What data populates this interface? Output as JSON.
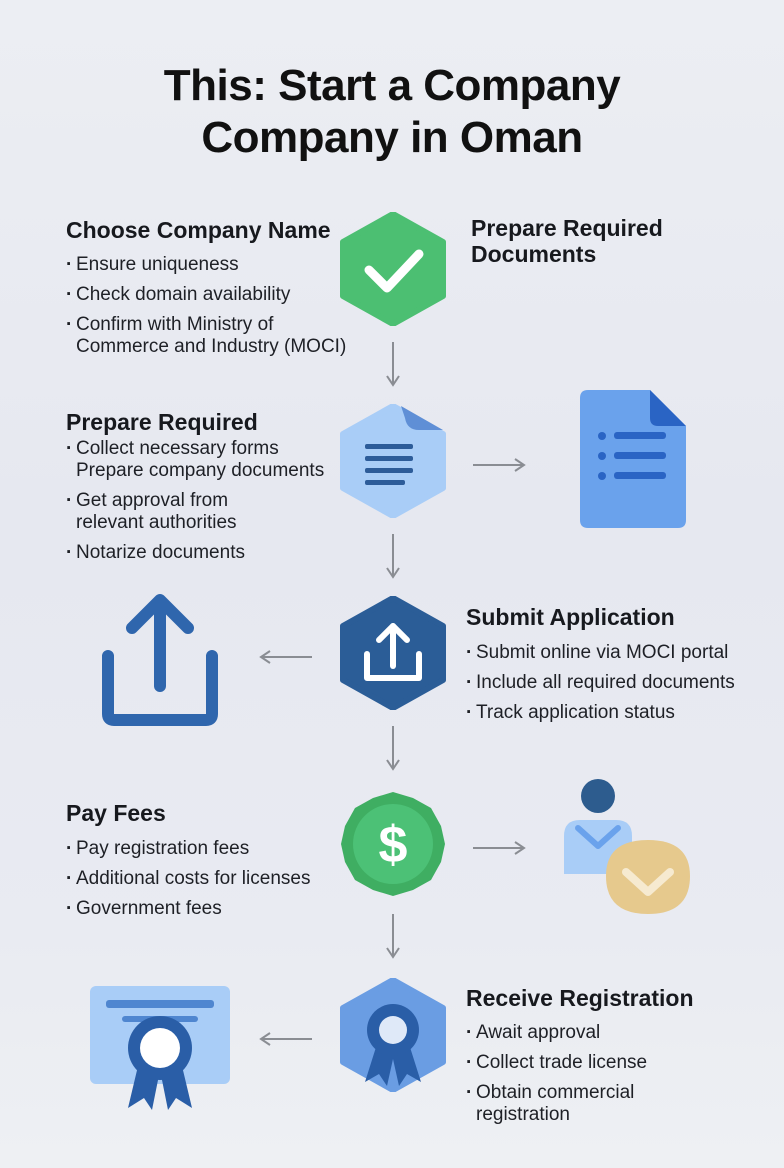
{
  "title_line1": "This: Start a Company",
  "title_line2": "Company in Oman",
  "steps": [
    {
      "heading": "Choose Company Name",
      "bullets": [
        "Ensure uniqueness",
        "Check domain availability",
        "Confirm with Ministry of\nCommerce and Industry (MOCI)"
      ],
      "icon": "check-icon",
      "color": "#4cbf72"
    },
    {
      "heading": "Prepare Required\nDocuments",
      "bullets": []
    },
    {
      "heading": "Prepare Required",
      "bullets": [
        "Collect necessary forms\nPrepare company documents",
        "Get approval from\nrelevant authorities",
        "Notarize documents"
      ],
      "icon": "document-icon",
      "color": "#a9cdf7"
    },
    {
      "heading": "Submit Application",
      "bullets": [
        "Submit online via MOCI portal",
        "Include all required documents",
        "Track application status"
      ],
      "icon": "upload-icon",
      "color": "#2b5d97"
    },
    {
      "heading": "Pay Fees",
      "bullets": [
        "Pay registration fees",
        "Additional costs for licenses",
        "Government fees"
      ],
      "icon": "dollar-icon",
      "color": "#4cbf72"
    },
    {
      "heading": "Receive Registration",
      "bullets": [
        "Await approval",
        "Collect trade license",
        "Obtain commercial\nregistration"
      ],
      "icon": "award-ribbon-icon",
      "color": "#6a9de3"
    }
  ],
  "colors": {
    "green": "#4cbf72",
    "blue_dark": "#2b5d97",
    "blue_light": "#a9cdf7",
    "blue_mid": "#5f95e0",
    "arrow_gray": "#8a8d93",
    "tan": "#e6c98d"
  }
}
